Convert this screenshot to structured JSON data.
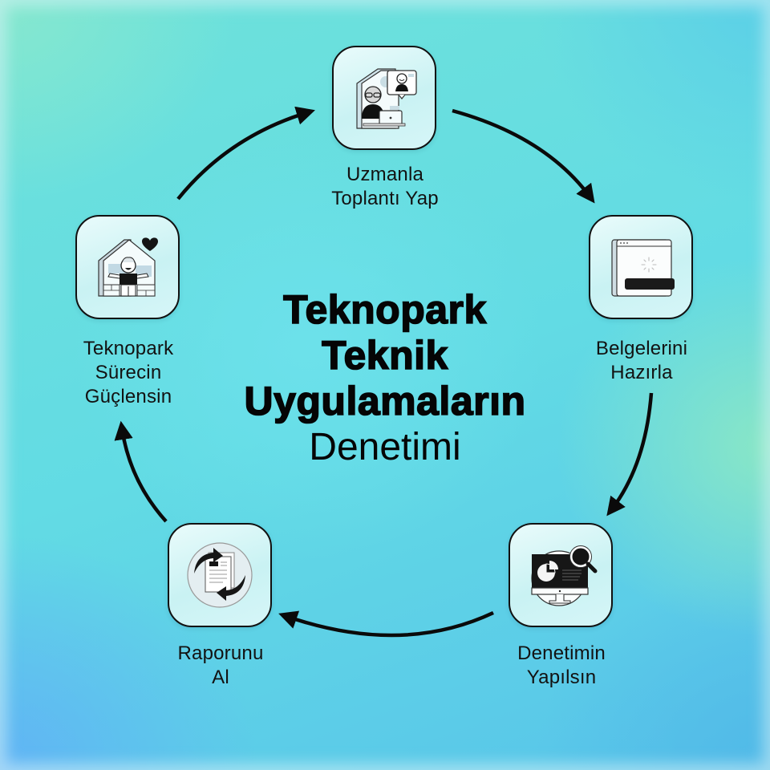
{
  "title": {
    "line1": "Teknopark",
    "line2": "Teknik",
    "line3": "Uygulamaların",
    "line4": "Denetimi"
  },
  "steps": [
    {
      "order": 1,
      "icon": "video-meeting-icon",
      "line1": "Uzmanla",
      "line2": "Toplantı Yap"
    },
    {
      "order": 2,
      "icon": "document-window-loading-icon",
      "line1": "Belgelerini",
      "line2": "Hazırla"
    },
    {
      "order": 3,
      "icon": "monitor-chart-magnifier-icon",
      "line1": "Denetimin",
      "line2": "Yapılsın"
    },
    {
      "order": 4,
      "icon": "document-sync-arrows-icon",
      "line1": "Raporunu",
      "line2": "Al"
    },
    {
      "order": 5,
      "icon": "happy-person-house-heart-icon",
      "line1": "Teknopark",
      "line2": "Sürecin",
      "line3": "Güçlensin"
    }
  ],
  "flow": {
    "direction": "clockwise",
    "arrows": [
      {
        "from": "Uzmanla Toplantı Yap",
        "to": "Belgelerini Hazırla"
      },
      {
        "from": "Belgelerini Hazırla",
        "to": "Denetimin Yapılsın"
      },
      {
        "from": "Denetimin Yapılsın",
        "to": "Raporunu Al"
      },
      {
        "from": "Raporunu Al",
        "to": "Teknopark Sürecin Güçlensin"
      },
      {
        "from": "Teknopark Sürecin Güçlensin",
        "to": "Uzmanla Toplantı Yap"
      }
    ]
  },
  "colors": {
    "background_top_left": "#88e8ce",
    "background_center": "#62dbe4",
    "background_bottom_left": "#60b2f6",
    "background_right_green": "#8ce8c4",
    "card_fill": "#d2f5f6",
    "stroke": "#111111"
  }
}
